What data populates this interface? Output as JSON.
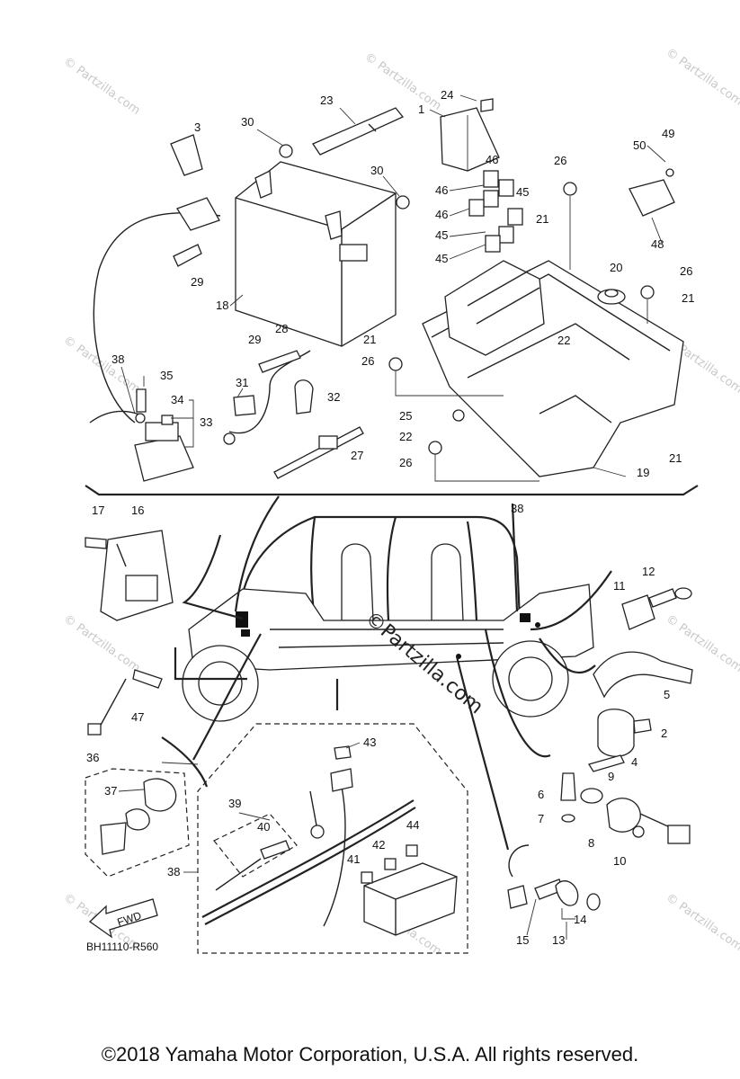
{
  "diagram_code": "BH11110-R560",
  "fwd_label": "FWD",
  "center_watermark": "©Partzilla.com",
  "watermark_text": "© Partzilla.com",
  "copyright": "©2018  Yamaha Motor Corporation, U.S.A. All rights reserved.",
  "callouts": {
    "c1": "1",
    "c2": "2",
    "c3": "3",
    "c4": "4",
    "c5": "5",
    "c6": "6",
    "c7": "7",
    "c8": "8",
    "c9": "9",
    "c10": "10",
    "c11": "11",
    "c12": "12",
    "c13": "13",
    "c14": "14",
    "c15": "15",
    "c16": "16",
    "c17": "17",
    "c18": "18",
    "c19": "19",
    "c20": "20",
    "c21a": "21",
    "c21b": "21",
    "c21c": "21",
    "c21d": "21",
    "c22a": "22",
    "c22b": "22",
    "c23": "23",
    "c24": "24",
    "c25": "25",
    "c26a": "26",
    "c26b": "26",
    "c26c": "26",
    "c26d": "26",
    "c27": "27",
    "c28": "28",
    "c29a": "29",
    "c29b": "29",
    "c30a": "30",
    "c30b": "30",
    "c31": "31",
    "c32": "32",
    "c33": "33",
    "c34": "34",
    "c35": "35",
    "c36": "36",
    "c37": "37",
    "c38a": "38",
    "c38b": "38",
    "c38c": "38",
    "c39": "39",
    "c40": "40",
    "c41": "41",
    "c42": "42",
    "c43": "43",
    "c44": "44",
    "c45a": "45",
    "c45b": "45",
    "c45c": "45",
    "c46a": "46",
    "c46b": "46",
    "c46c": "46",
    "c47": "47",
    "c48": "48",
    "c49": "49",
    "c50": "50"
  }
}
